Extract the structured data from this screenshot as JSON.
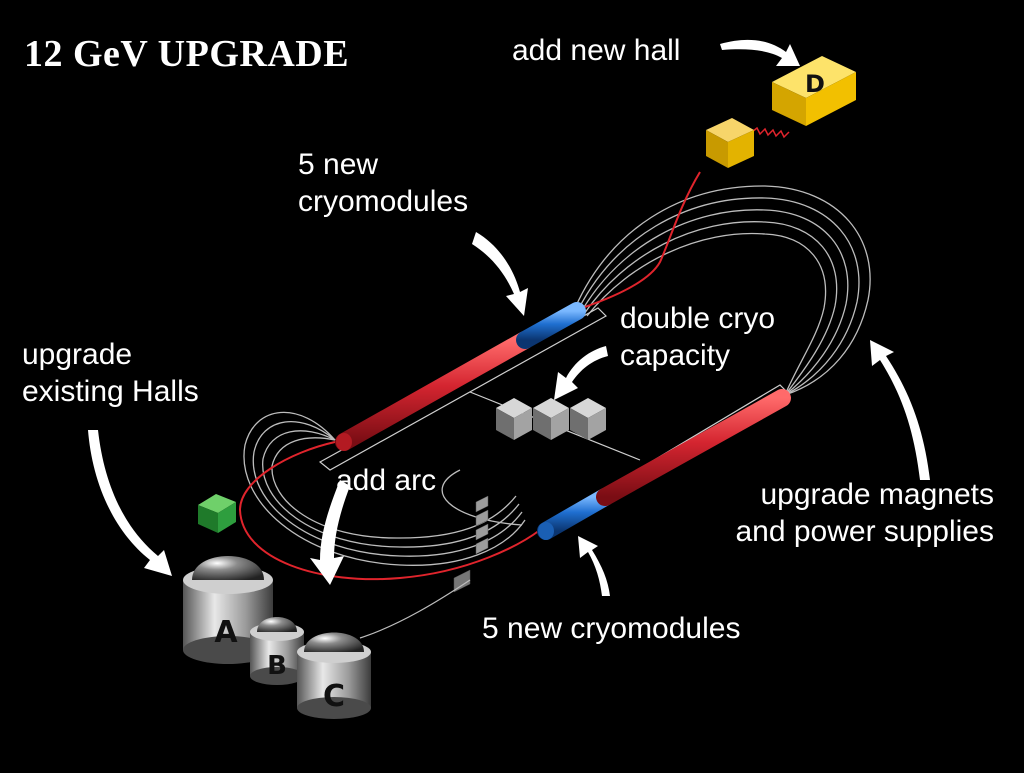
{
  "title": "12 GeV UPGRADE",
  "labels": {
    "add_new_hall": "add new hall",
    "new_cryomodules_top": "5 new\ncryomodules",
    "double_cryo": "double cryo\ncapacity",
    "upgrade_halls": "upgrade\nexisting Halls",
    "add_arc": "add arc",
    "upgrade_magnets": "upgrade magnets\nand power supplies",
    "new_cryomodules_bottom": "5 new cryomodules"
  },
  "halls": {
    "a": "A",
    "b": "B",
    "c": "C",
    "d": "D"
  },
  "colors": {
    "background": "#000000",
    "linac": "#c4202a",
    "cryomodule": "#1c6fc4",
    "beamline": "#e0242c",
    "arc_lines": "#bdbdbd",
    "hall_d": "#f5c400",
    "new_arc_block": "#2e9e3e",
    "cryo_plant": "#8a8a8a",
    "hall_metal": "#a9a9a9",
    "labels": "#ffffff"
  },
  "icons": [
    "curved-arrow-icon"
  ]
}
